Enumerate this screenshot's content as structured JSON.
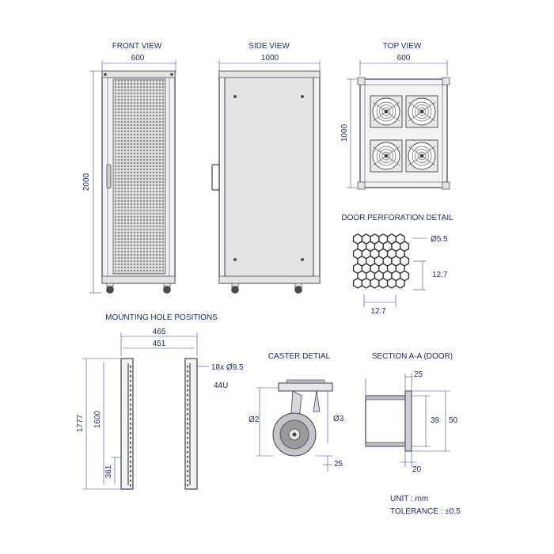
{
  "views": {
    "front": {
      "title": "FRONT VIEW",
      "width": "600",
      "height": "2000"
    },
    "side": {
      "title": "SIDE VIEW",
      "depth": "1000"
    },
    "top": {
      "title": "TOP VIEW",
      "width": "600",
      "depth": "1000"
    },
    "perforation": {
      "title": "DOOR PERFORATION DETAIL",
      "hole": "Ø5.5",
      "pitch_v": "12.7",
      "pitch_h": "12.7"
    },
    "mounting": {
      "title": "MOUNTING HOLE POSITIONS",
      "outer": "465",
      "inner": "451",
      "holes": "18x Ø9.5",
      "units": "44U",
      "height": "1777",
      "span": "1600",
      "offset": "361"
    },
    "caster": {
      "title": "CASTER DETIAL",
      "wheel": "Ø2",
      "bolt": "Ø3",
      "thick": "25"
    },
    "section": {
      "title": "SECTION A-A (DOOR)",
      "top": "25",
      "inner": "39",
      "outer": "50",
      "bottom": "20"
    }
  },
  "notes": {
    "unit": "UNIT : mm",
    "tolerance": "TOLERANCE : ±0.5"
  },
  "colors": {
    "text": "#1e2a5a",
    "line": "#3a3f55"
  }
}
